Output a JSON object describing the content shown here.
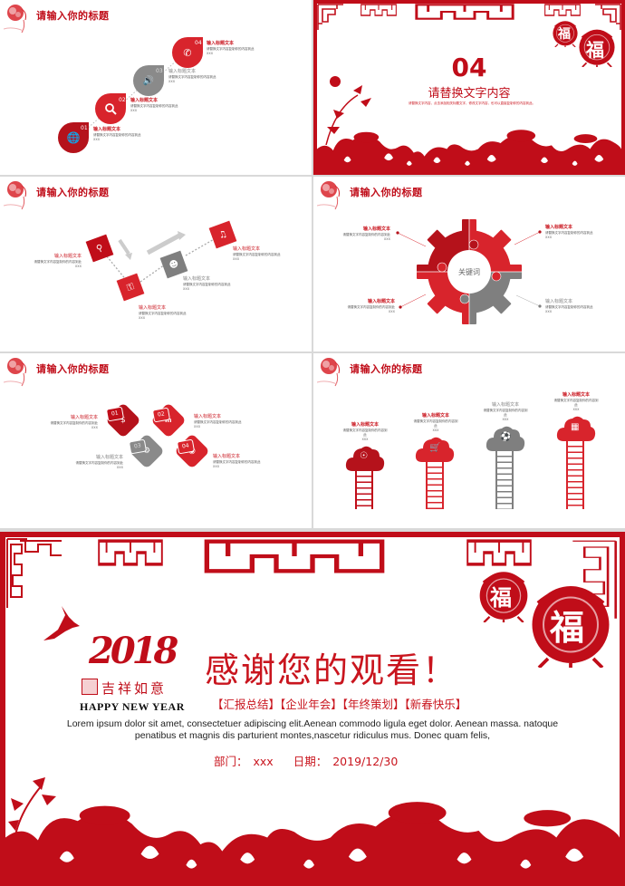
{
  "common": {
    "slide_title": "请输入你的标题",
    "item_title": "输入标题文本",
    "item_desc": "请替换文字内容复制你的内容到此",
    "item_desc_wrap_a": "请替换文字内容复制你的内容到",
    "item_desc_wrap_b": "此",
    "item_dots": "xxx"
  },
  "colors": {
    "primary_red": "#c00d19",
    "accent_red": "#d8242c",
    "gray": "#7f7f7f",
    "background": "#d9d9d9"
  },
  "slide1": {
    "steps": [
      {
        "number": "01",
        "icon": "globe-icon",
        "color": "#b5121b",
        "title": "输入标题文本",
        "desc": "请替换文字内容复制你的内容到此",
        "dots": "xxx"
      },
      {
        "number": "02",
        "icon": "search-icon",
        "color": "#d8242c",
        "title": "输入标题文本",
        "desc": "请替换文字内容复制你的内容到此",
        "dots": "xxx"
      },
      {
        "number": "03",
        "icon": "speaker-icon",
        "color": "#8a8a8a",
        "title": "输入标题文本",
        "desc": "请替换文字内容复制你的内容到此",
        "dots": "xxx"
      },
      {
        "number": "04",
        "icon": "phone-icon",
        "color": "#d8242c",
        "title": "输入标题文本",
        "desc": "请替换文字内容复制你的内容到此",
        "dots": "xxx"
      }
    ]
  },
  "slide2": {
    "number": "04",
    "subtitle": "请替换文字内容",
    "desc": "请替换文字内容，点击添加相关标题文字，修改文字内容，也可以直接复制你的内容到此。",
    "lantern_chars": [
      "福",
      "福"
    ]
  },
  "slide3": {
    "items": [
      {
        "icon": "location-pin-icon",
        "title": "输入标题文本",
        "desc": "请替换文字内容复制你的内容到此",
        "dots": "xxx"
      },
      {
        "icon": "key-icon",
        "title": "输入标题文本",
        "desc": "请替换文字内容复制你的内容到此",
        "dots": "xxx"
      },
      {
        "icon": "people-icon",
        "title": "输入标题文本",
        "desc": "请替换文字内容复制你的内容到此",
        "dots": "xxx"
      },
      {
        "icon": "music-note-icon",
        "title": "输入标题文本",
        "desc": "请替换文字内容复制你的内容到此",
        "dots": "xxx"
      }
    ]
  },
  "slide4": {
    "keyword": "关键词",
    "items": [
      {
        "title": "输入标题文本",
        "desc": "请替换文字内容复制你的内容到此",
        "dots": "xxx"
      },
      {
        "title": "输入标题文本",
        "desc": "请替换文字内容复制你的内容到此",
        "dots": "xxx"
      },
      {
        "title": "输入标题文本",
        "desc": "请替换文字内容复制你的内容到此",
        "dots": "xxx"
      },
      {
        "title": "输入标题文本",
        "desc": "请替换文字内容复制你的内容到此",
        "dots": "xxx"
      }
    ]
  },
  "slide5": {
    "items": [
      {
        "number": "01",
        "icon": "dollar-icon",
        "title": "输入标题文本",
        "desc": "请替换文字内容复制你的内容到此",
        "dots": "xxx"
      },
      {
        "number": "02",
        "icon": "linkedin-icon",
        "title": "输入标题文本",
        "desc": "请替换文字内容复制你的内容到此",
        "dots": "xxx"
      },
      {
        "number": "03",
        "icon": "settings-icon",
        "title": "输入标题文本",
        "desc": "请替换文字内容复制你的内容到此",
        "dots": "xxx"
      },
      {
        "number": "04",
        "icon": "globe-icon",
        "title": "输入标题文本",
        "desc": "请替换文字内容复制你的内容到此",
        "dots": "xxx"
      }
    ]
  },
  "slide6": {
    "items": [
      {
        "icon": "compass-icon",
        "title": "输入标题文本",
        "desc_a": "请替换文字内容复制你的内容到",
        "desc_b": "此",
        "dots": "xxx"
      },
      {
        "icon": "cart-icon",
        "title": "输入标题文本",
        "desc_a": "请替换文字内容复制你的内容到",
        "desc_b": "此",
        "dots": "xxx"
      },
      {
        "icon": "basketball-icon",
        "title": "输入标题文本",
        "desc_a": "请替换文字内容复制你的内容到",
        "desc_b": "此",
        "dots": "xxx"
      },
      {
        "icon": "calendar-icon",
        "title": "输入标题文本",
        "desc_a": "请替换文字内容复制你的内容到",
        "desc_b": "此",
        "dots": "xxx"
      }
    ]
  },
  "slide7": {
    "year_art": "2018",
    "blessing": "吉祥如意",
    "happy_new_year": "HAPPY NEW YEAR",
    "title": "感谢您的观看！",
    "tags": "【汇报总结】【企业年会】【年终策划】【新春快乐】",
    "lorem_line1": "Lorem ipsum dolor sit amet, consectetuer adipiscing elit.Aenean commodo ligula eget dolor. Aenean massa. natoque",
    "lorem_line2": "penatibus et magnis dis parturient montes,nascetur ridiculus mus. Donec quam felis,",
    "dept_label": "部门：",
    "dept_value": "xxx",
    "date_label": "日期：",
    "date_value": "2019/12/30",
    "lantern_chars": [
      "福",
      "福"
    ]
  }
}
